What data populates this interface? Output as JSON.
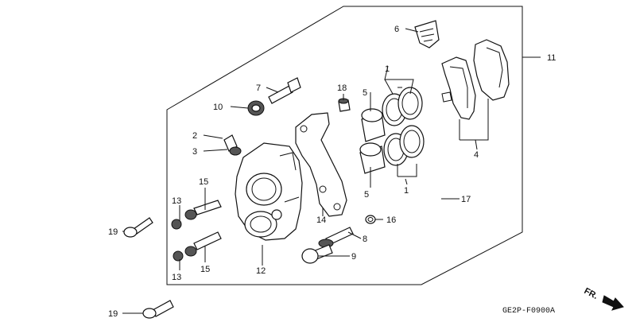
{
  "diagram": {
    "title": "",
    "drawing_code": "GE2P-F0900A",
    "direction_label": "FR.",
    "callouts": [
      {
        "id": "c1a",
        "label": "1"
      },
      {
        "id": "c1b",
        "label": "1"
      },
      {
        "id": "c2",
        "label": "2"
      },
      {
        "id": "c3",
        "label": "3"
      },
      {
        "id": "c4",
        "label": "4"
      },
      {
        "id": "c5a",
        "label": "5"
      },
      {
        "id": "c5b",
        "label": "5"
      },
      {
        "id": "c6",
        "label": "6"
      },
      {
        "id": "c7",
        "label": "7"
      },
      {
        "id": "c8",
        "label": "8"
      },
      {
        "id": "c9",
        "label": "9"
      },
      {
        "id": "c10",
        "label": "10"
      },
      {
        "id": "c11",
        "label": "11"
      },
      {
        "id": "c12",
        "label": "12"
      },
      {
        "id": "c13a",
        "label": "13"
      },
      {
        "id": "c13b",
        "label": "13"
      },
      {
        "id": "c14",
        "label": "14"
      },
      {
        "id": "c15a",
        "label": "15"
      },
      {
        "id": "c15b",
        "label": "15"
      },
      {
        "id": "c16",
        "label": "16"
      },
      {
        "id": "c17",
        "label": "17"
      },
      {
        "id": "c18",
        "label": "18"
      },
      {
        "id": "c19a",
        "label": "19"
      },
      {
        "id": "c19b",
        "label": "19"
      }
    ]
  }
}
